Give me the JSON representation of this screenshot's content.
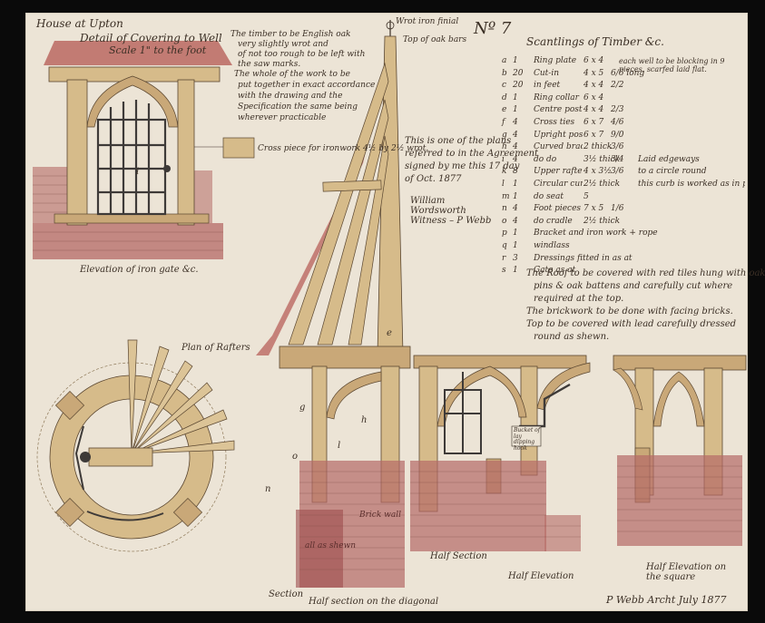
{
  "title": {
    "line1": "House at Upton",
    "line2": "Detail of Covering to Well",
    "line3": "Scale 1\" to the foot"
  },
  "sheet_number": "Nº 7",
  "schedule": {
    "heading": "Scantlings of Timber &c.",
    "header_note": "each well to be blocking in 9 pieces, scarfed laid flat.",
    "rows": [
      {
        "mark": "a",
        "qty": "1",
        "name": "Ring plate",
        "size": "6 x 4",
        "length": "",
        "note": ""
      },
      {
        "mark": "b",
        "qty": "20",
        "name": "Cut-in",
        "size": "4 x 5",
        "length": "6/6 long",
        "note": ""
      },
      {
        "mark": "c",
        "qty": "20",
        "name": "in feet",
        "size": "4 x 4",
        "length": "2/2",
        "note": ""
      },
      {
        "mark": "d",
        "qty": "1",
        "name": "Ring collar",
        "size": "6 x 4",
        "length": "",
        "note": ""
      },
      {
        "mark": "e",
        "qty": "1",
        "name": "Centre post",
        "size": "4 x 4",
        "length": "2/3",
        "note": ""
      },
      {
        "mark": "f",
        "qty": "4",
        "name": "Cross ties",
        "size": "6 x 7",
        "length": "4/6",
        "note": ""
      },
      {
        "mark": "g",
        "qty": "4",
        "name": "Upright posts",
        "size": "6 x 7",
        "length": "9/0",
        "note": ""
      },
      {
        "mark": "h",
        "qty": "4",
        "name": "Curved braces",
        "size": "2 thick",
        "length": "3/6",
        "note": ""
      },
      {
        "mark": "i",
        "qty": "4",
        "name": "do  do",
        "size": "3½ thick",
        "length": "3/4",
        "note": "Laid edgeways"
      },
      {
        "mark": "k",
        "qty": "8",
        "name": "Upper rafters",
        "size": "4 x 3½",
        "length": "3/6",
        "note": "to a circle round"
      },
      {
        "mark": "l",
        "qty": "1",
        "name": "Circular curb",
        "size": "2½ thick",
        "length": "",
        "note": "this curb is worked as in plan"
      },
      {
        "mark": "m",
        "qty": "1",
        "name": "do  seat",
        "size": "5",
        "length": "",
        "note": ""
      },
      {
        "mark": "n",
        "qty": "4",
        "name": "Foot pieces",
        "size": "7 x 5",
        "length": "1/6",
        "note": ""
      },
      {
        "mark": "o",
        "qty": "4",
        "name": "do  cradle",
        "size": "2½ thick",
        "length": "",
        "note": ""
      },
      {
        "mark": "p",
        "qty": "1",
        "name": "Bracket and iron work + rope",
        "size": "",
        "length": "",
        "note": ""
      },
      {
        "mark": "q",
        "qty": "1",
        "name": "windlass",
        "size": "",
        "length": "",
        "note": ""
      },
      {
        "mark": "r",
        "qty": "3",
        "name": "Dressings fitted in as at",
        "size": "",
        "length": "",
        "note": ""
      },
      {
        "mark": "s",
        "qty": "1",
        "name": "Gate as at",
        "size": "",
        "length": "",
        "note": ""
      }
    ],
    "footer_lines": [
      "The Roof to be covered with red tiles hung with oak",
      "pins & oak battens and carefully cut where",
      "required at the top.",
      "The brickwork to be done with facing bricks.",
      "Top to be covered with lead carefully dressed",
      "round as shewn."
    ]
  },
  "notes": {
    "timber_spec": [
      "The timber to be English oak",
      "very slightly wrot and",
      "of not too rough to be left with",
      "the saw marks."
    ],
    "framing_spec": [
      "The whole of the work to be",
      "put together in exact accordance",
      "with the drawing and the",
      "Specification the same being",
      "wherever practicable"
    ],
    "ironwork_label": "Cross piece for ironwork 4½ by 2½ wrot.",
    "finial_label": "Wrot iron finial",
    "finial_top": "Top of oak bars",
    "signature_block": [
      "This is one of the plans",
      "referred to in the Agreement",
      "signed by me this 17 day",
      "of Oct. 1877"
    ],
    "signature": "William Wordsworth Witness – P Webb",
    "sign_author": "P Webb Archt July 1877"
  },
  "view_labels": {
    "gate_elevation": "Elevation of iron gate &c.",
    "plan": "Plan of Rafters",
    "section": "Section",
    "section_note": "Half Section",
    "half_elevation": "Half Elevation",
    "half_elevation_square": "Half Elevation on the square",
    "brick_wall": "Brick wall",
    "brick_wall_note": "all as shewn",
    "bottom_center": "Half section on the diagonal",
    "bucket_label": "Bucket of lay dipping hook"
  },
  "letters": [
    "a",
    "b",
    "c",
    "d",
    "e",
    "f",
    "g",
    "h",
    "i",
    "k",
    "l",
    "m",
    "n",
    "o",
    "p"
  ],
  "colors": {
    "paper": "#ece4d6",
    "timber": "#d6bb8a",
    "timber_dark": "#b89566",
    "ink": "#3b2f25",
    "brick": "#b56a66",
    "brick_dark": "#9c4b4c",
    "roof": "#b8605a"
  }
}
